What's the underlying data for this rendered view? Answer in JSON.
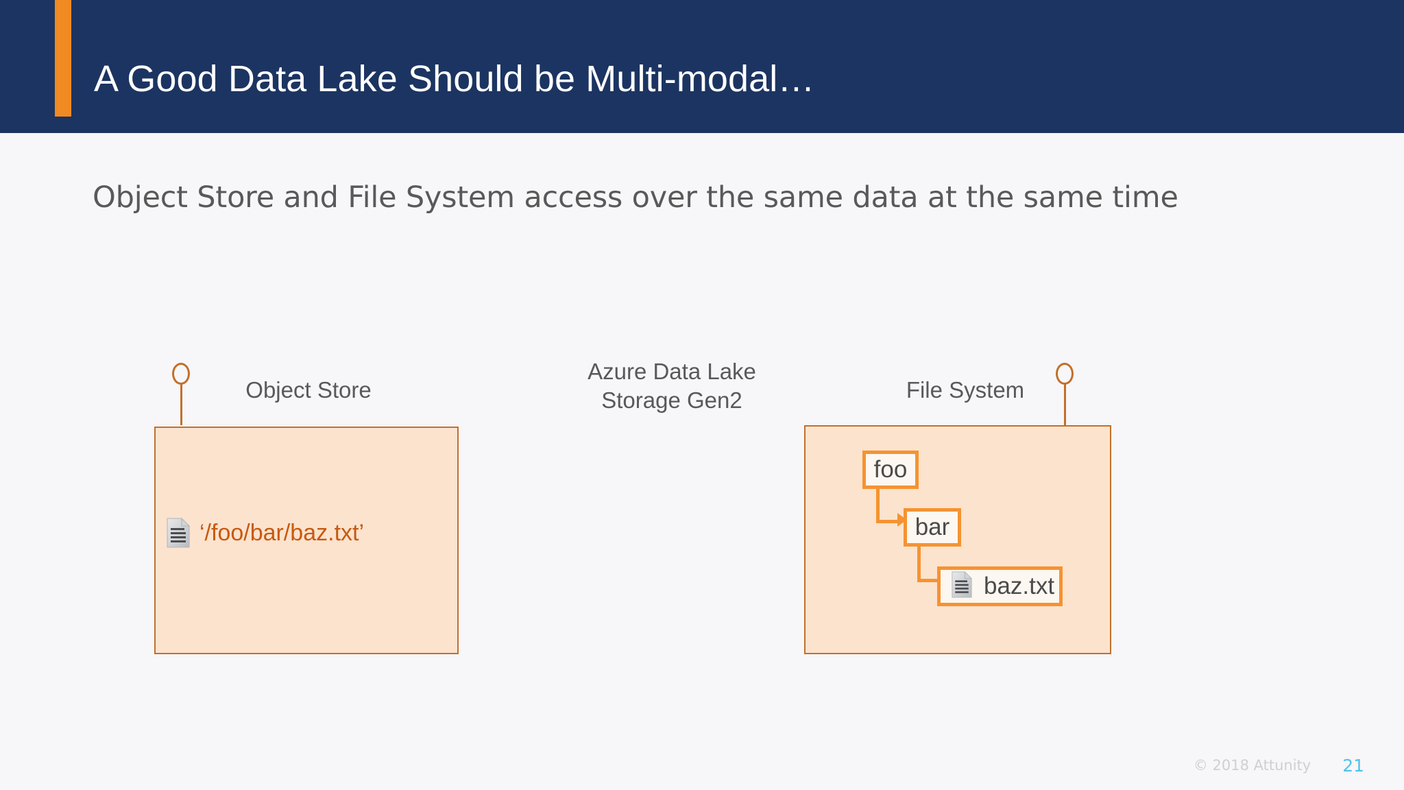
{
  "slide": {
    "title": "A Good Data Lake Should be Multi-modal…",
    "subtitle": "Object Store and File System access over the same data at the same time"
  },
  "colors": {
    "header_navy": "#1C3461",
    "accent_orange": "#F08A22",
    "node_orange": "#F59331",
    "box_border": "#C1702A",
    "box_fill": "#FCE3CE",
    "node_fill": "#FDF7F1",
    "body_background": "#F7F6F8",
    "text_gray": "#595959",
    "path_text": "#C75A11",
    "page_number_cyan": "#4FC3E8"
  },
  "diagram": {
    "center_label": "Azure Data Lake\nStorage Gen2",
    "object_store": {
      "label": "Object Store",
      "interface_icon": "lollipop-interface-icon",
      "file_icon": "file-document-icon",
      "path": "‘/foo/bar/baz.txt’"
    },
    "file_system": {
      "label": "File System",
      "interface_icon": "lollipop-interface-icon",
      "file_icon": "file-document-icon",
      "nodes": [
        {
          "label": "foo",
          "type": "folder"
        },
        {
          "label": "bar",
          "type": "folder"
        },
        {
          "label": "baz.txt",
          "type": "file"
        }
      ],
      "connectors": [
        {
          "from": "foo",
          "to": "bar",
          "icon": "elbow-arrow-icon"
        },
        {
          "from": "bar",
          "to": "baz.txt",
          "icon": "elbow-arrow-icon"
        }
      ]
    }
  },
  "footer": {
    "copyright": "© 2018 Attunity",
    "page_number": "21"
  }
}
